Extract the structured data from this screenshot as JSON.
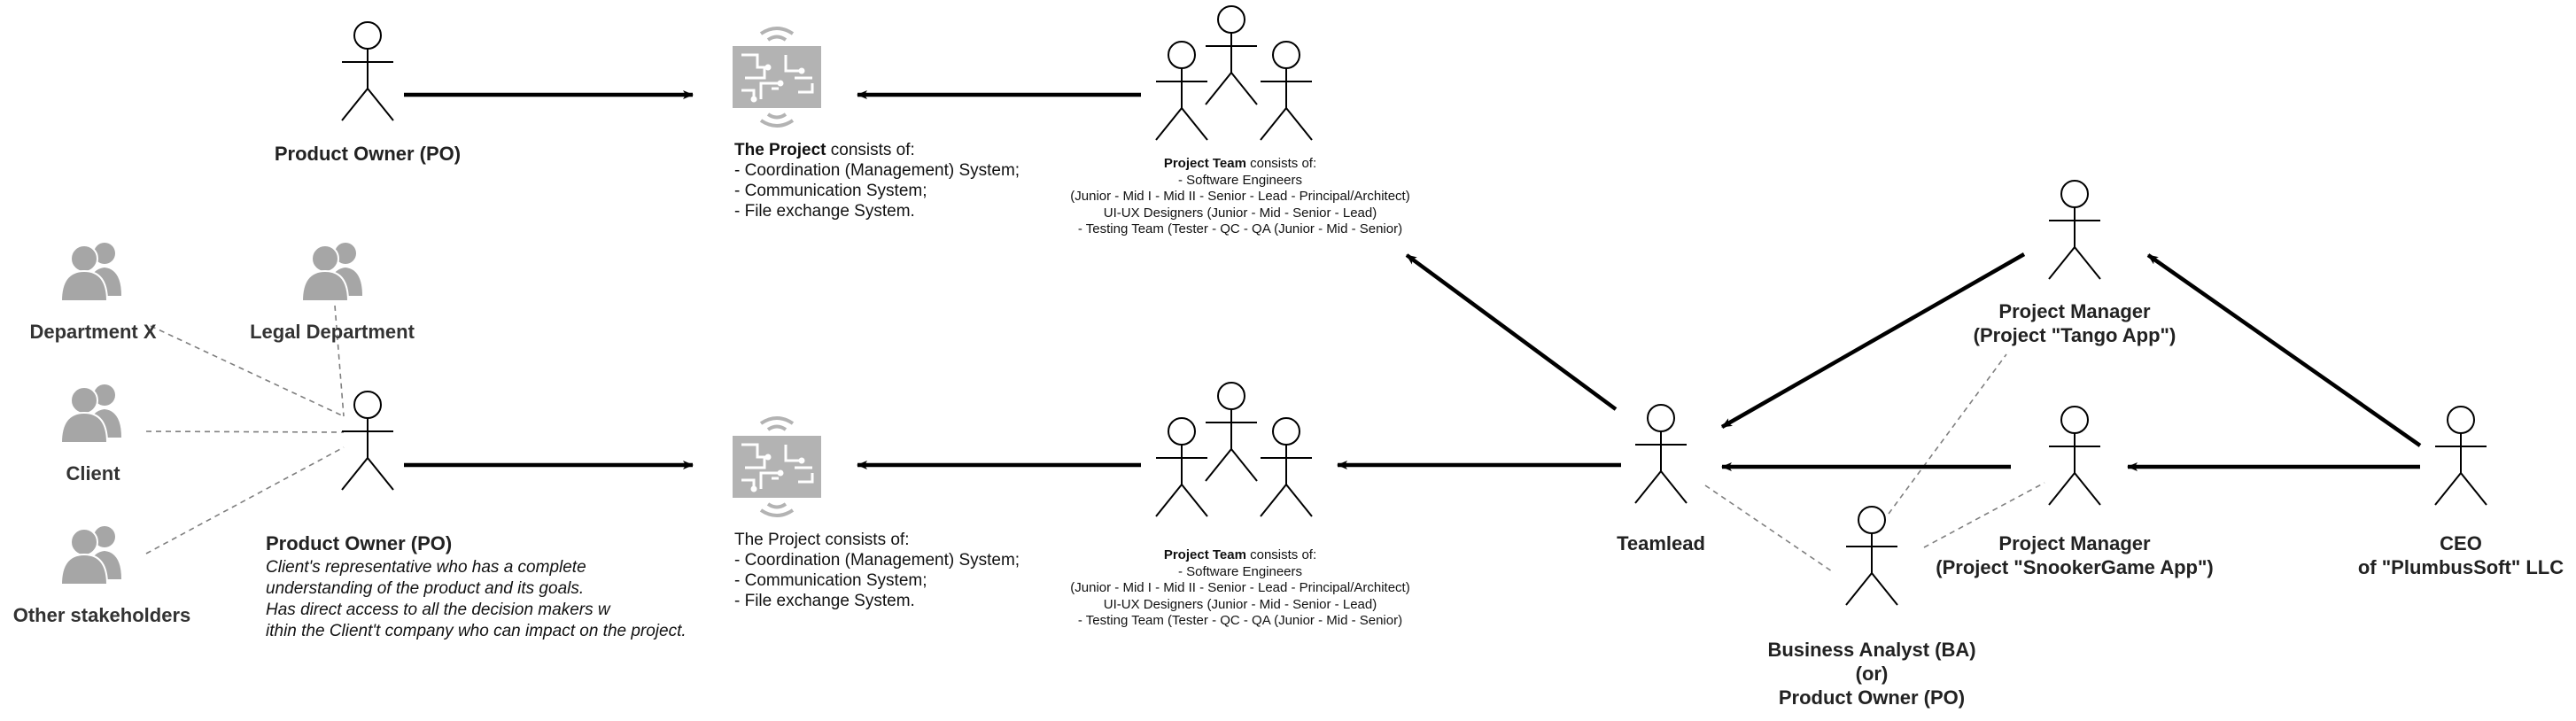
{
  "colors": {
    "line": "#000000",
    "dashed": "#7f7f7f",
    "stakeholder_icon": "#a6a6a6",
    "project_icon": "#b3b3b3"
  },
  "icons": {
    "person": "stick-figure",
    "group": "user-group-icon",
    "project": "circuit-board-icon"
  },
  "top_row": {
    "product_owner": "Product Owner (PO)",
    "project": {
      "heading": "The Project",
      "heading_suffix": " consists of:",
      "items": [
        "- Coordination (Management) System;",
        "- Communication System;",
        "- File exchange System."
      ]
    },
    "team": {
      "heading": "Project Team",
      "heading_suffix": " consists of:",
      "lines": [
        "- Software Engineers",
        "(Junior - Mid I - Mid II - Senior - Lead - Principal/Architect)",
        "UI-UX Designers (Junior - Mid - Senior - Lead)",
        "- Testing Team (Tester - QC - QA (Junior - Mid - Senior)"
      ]
    }
  },
  "stakeholders": {
    "department_x": "Department X",
    "legal": "Legal Department",
    "client": "Client",
    "other": "Other stakeholders"
  },
  "bottom_row": {
    "product_owner": "Product Owner (PO)",
    "po_description": [
      "Client's representative who has a complete",
      "understanding of the product and its goals.",
      "Has direct access to all the decision makers w",
      "ithin the Client't company who can impact on the project."
    ],
    "project": {
      "heading": "The Project consists of:",
      "items": [
        "- Coordination (Management) System;",
        "- Communication System;",
        "- File exchange System."
      ]
    },
    "team": {
      "heading": "Project Team",
      "heading_suffix": " consists of:",
      "lines": [
        "- Software Engineers",
        "(Junior - Mid I - Mid II - Senior - Lead - Principal/Architect)",
        "UI-UX Designers (Junior - Mid - Senior - Lead)",
        "- Testing Team (Tester - QC - QA (Junior - Mid - Senior)"
      ]
    }
  },
  "management": {
    "teamlead": "Teamlead",
    "pm_tango": [
      "Project Manager",
      "(Project \"Tango App\")"
    ],
    "pm_snooker": [
      "Project Manager",
      "(Project \"SnookerGame App\")"
    ],
    "ba": [
      "Business Analyst (BA)",
      "(or)",
      "Product Owner (PO)"
    ],
    "ceo": [
      "CEO",
      "of \"PlumbusSoft\" LLC"
    ]
  }
}
